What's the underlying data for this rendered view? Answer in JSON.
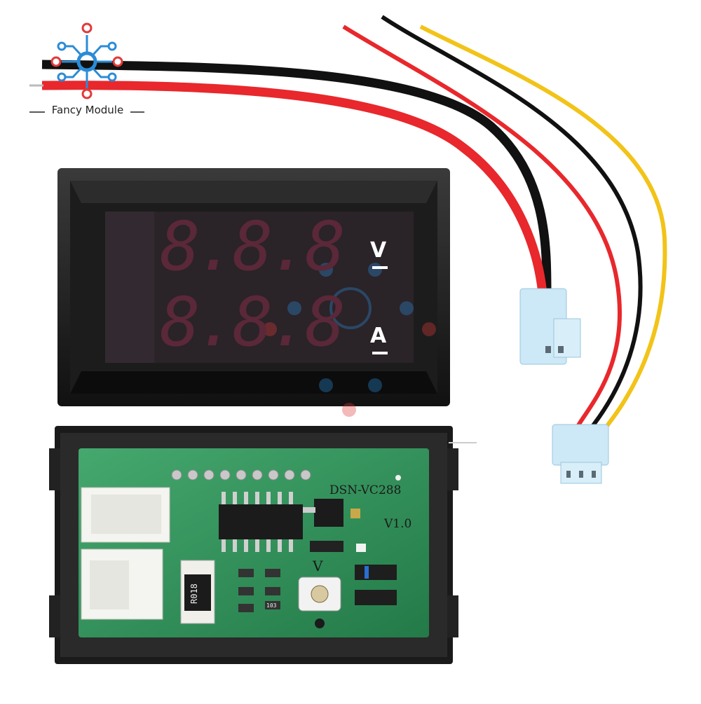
{
  "brand": {
    "logo_icon": "circuit-chip-logo",
    "name": "Fancy Module",
    "colors": {
      "blue": "#2b8cd6",
      "red": "#e23a3a"
    }
  },
  "display": {
    "digits_top": "8.8.8",
    "digits_bottom": "8.8.8",
    "unit_top": "V",
    "unit_bottom": "A",
    "segment_color": "#6a2a3a"
  },
  "board": {
    "model": "DSN-VC288",
    "version": "V1.0",
    "pot_label": "V",
    "shunt_code": "R018",
    "resistor_code": "103",
    "pcb_color": "#2f8f5a"
  },
  "wires": {
    "power_pair": [
      "black",
      "red"
    ],
    "sense_triple": [
      "red",
      "black",
      "yellow"
    ]
  }
}
